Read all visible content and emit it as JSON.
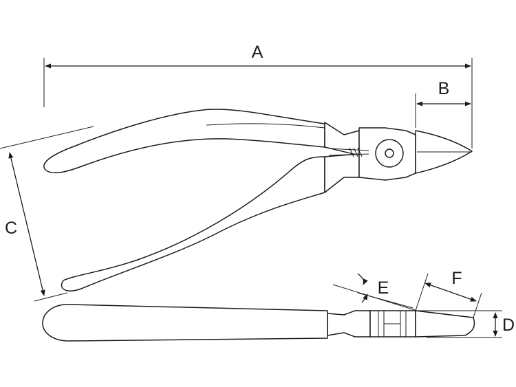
{
  "dimension_labels": {
    "a": "A",
    "b": "B",
    "c": "C",
    "d": "D",
    "e": "E",
    "f": "F"
  },
  "colors": {
    "line": "#1a1a1a",
    "background": "#ffffff"
  }
}
